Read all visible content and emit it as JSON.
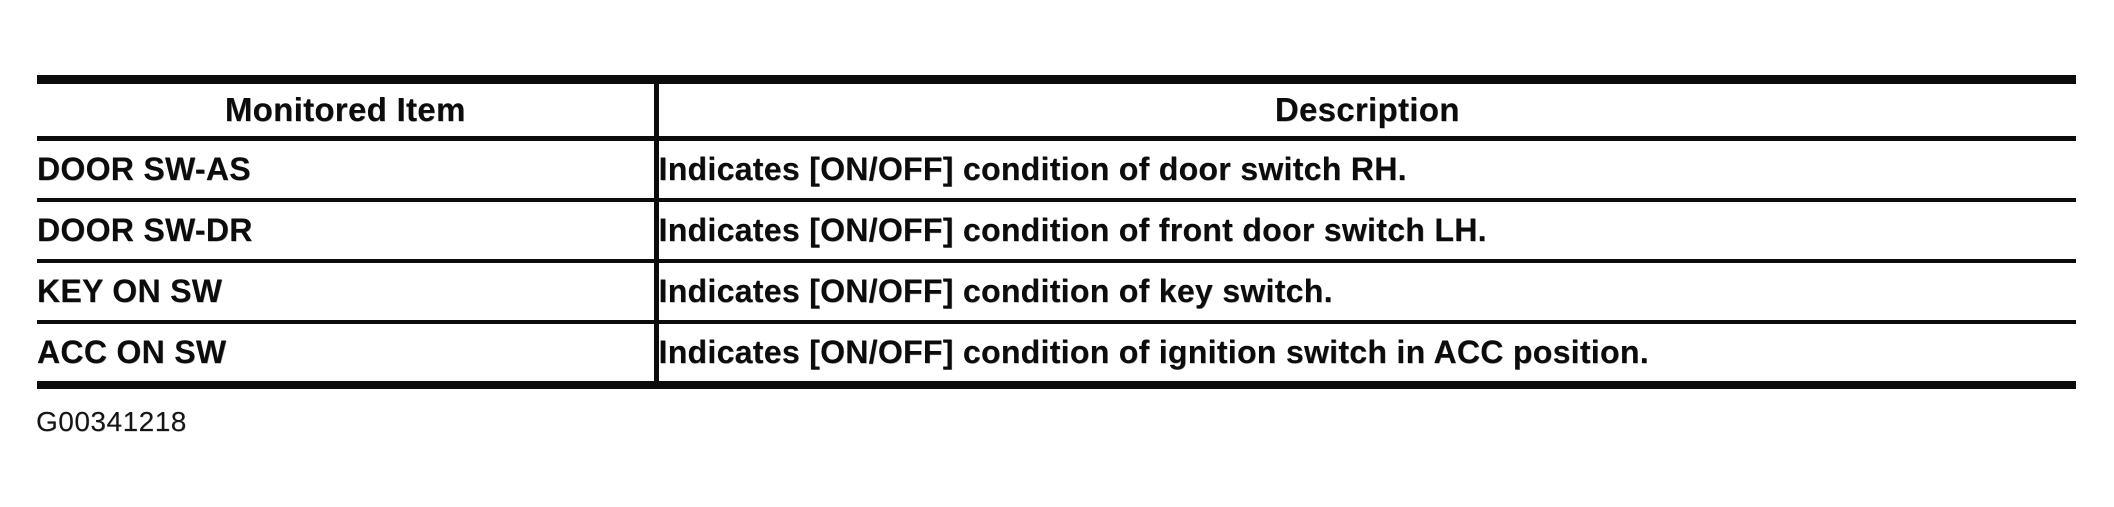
{
  "document": {
    "kind": "scanned service manual table",
    "figure_code": "G00341218",
    "colors": {
      "ink": "#0c0c0c",
      "paper": "#ffffff"
    }
  },
  "table": {
    "columns": [
      "Monitored Item",
      "Description"
    ],
    "rows": [
      {
        "item": "DOOR SW-AS",
        "description": "Indicates [ON/OFF] condition of door switch RH."
      },
      {
        "item": "DOOR SW-DR",
        "description": "Indicates [ON/OFF] condition of front door switch LH."
      },
      {
        "item": "KEY ON SW",
        "description": "Indicates [ON/OFF] condition of key switch."
      },
      {
        "item": "ACC ON SW",
        "description": "Indicates [ON/OFF] condition of ignition switch in ACC position."
      }
    ]
  }
}
